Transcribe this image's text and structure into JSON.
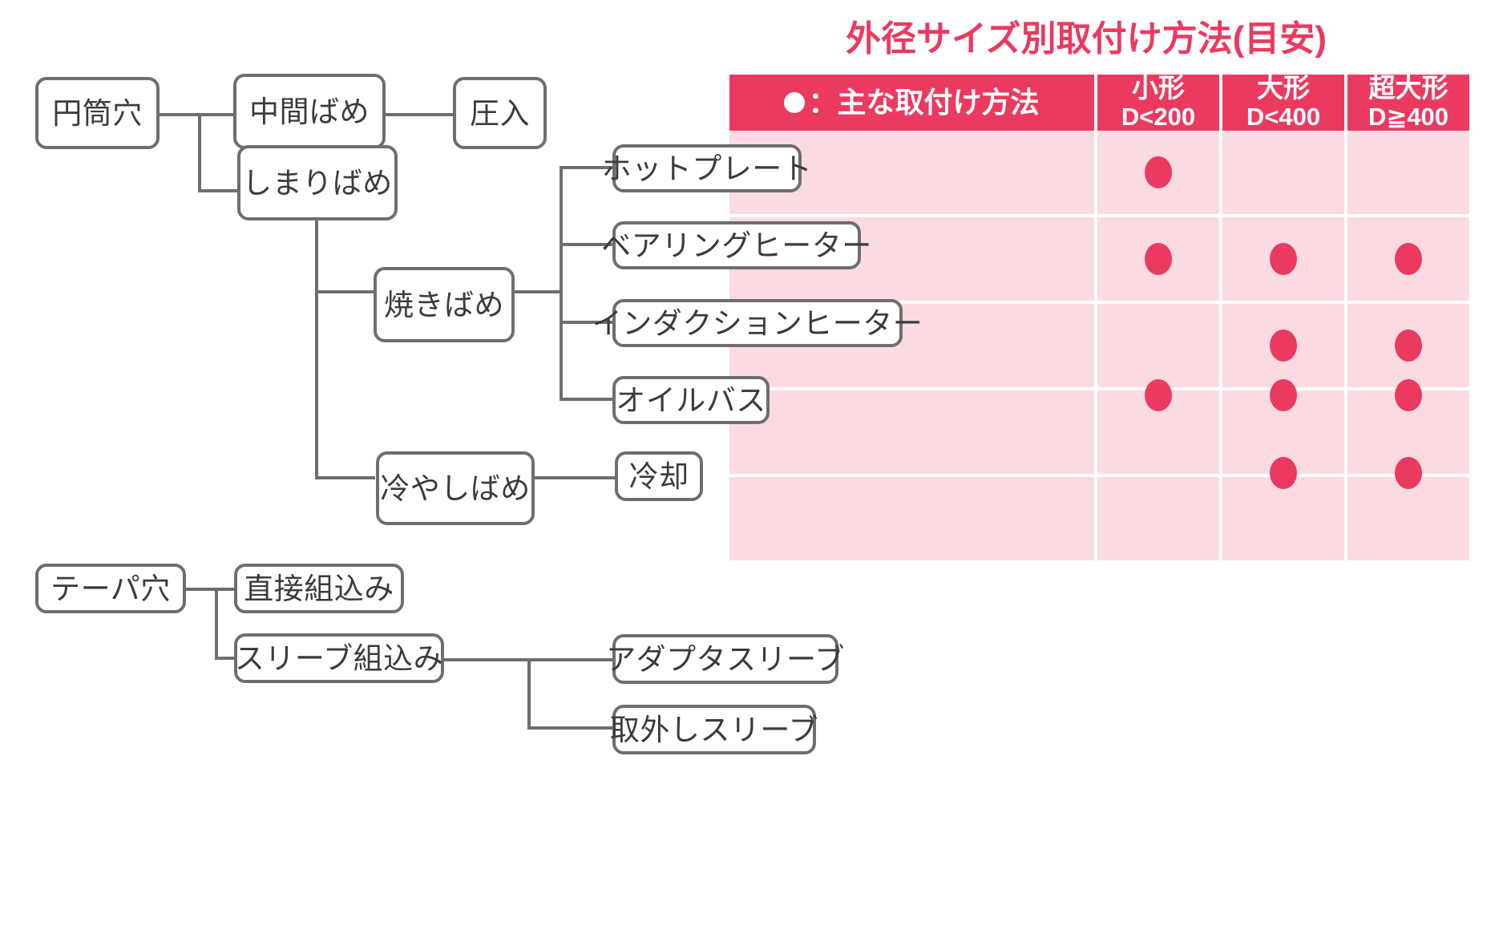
{
  "title": "外径サイズ別取付け方法(目安)",
  "tree_cylindrical": {
    "root": "円筒穴",
    "nodes": {
      "chukanbame": "中間ばめ",
      "atsunyu": "圧入",
      "shimaribame": "しまりばめ",
      "yakibame": "焼きばめ",
      "hiyashibame": "冷やしばめ"
    }
  },
  "tree_taper": {
    "root": "テーパ穴",
    "nodes": {
      "chokusetsu": "直接組込み",
      "sleeve": "スリーブ組込み",
      "adapter_sleeve": "アダプタスリーブ",
      "withdrawal_sleeve": "取外しスリーブ"
    }
  },
  "table": {
    "header_label": "：主な取付け方法",
    "columns": [
      {
        "line1": "小形",
        "line2": "D<200"
      },
      {
        "line1": "大形",
        "line2": "D<400"
      },
      {
        "line1": "超大形",
        "line2": "D≧400"
      }
    ],
    "rows": [
      {
        "method": "ホットプレート",
        "marks": [
          true,
          false,
          false
        ]
      },
      {
        "method": "ベアリングヒーター",
        "marks": [
          true,
          true,
          true
        ]
      },
      {
        "method": "インダクションヒーター",
        "marks": [
          false,
          true,
          true
        ]
      },
      {
        "method": "オイルバス",
        "marks": [
          true,
          true,
          true
        ]
      },
      {
        "method": "冷却",
        "marks": [
          false,
          true,
          true
        ]
      }
    ]
  },
  "colors": {
    "accent": "#ea3a60",
    "table_body": "#fadbe2",
    "line": "#6e6e6e",
    "text": "#3b3b3b"
  }
}
